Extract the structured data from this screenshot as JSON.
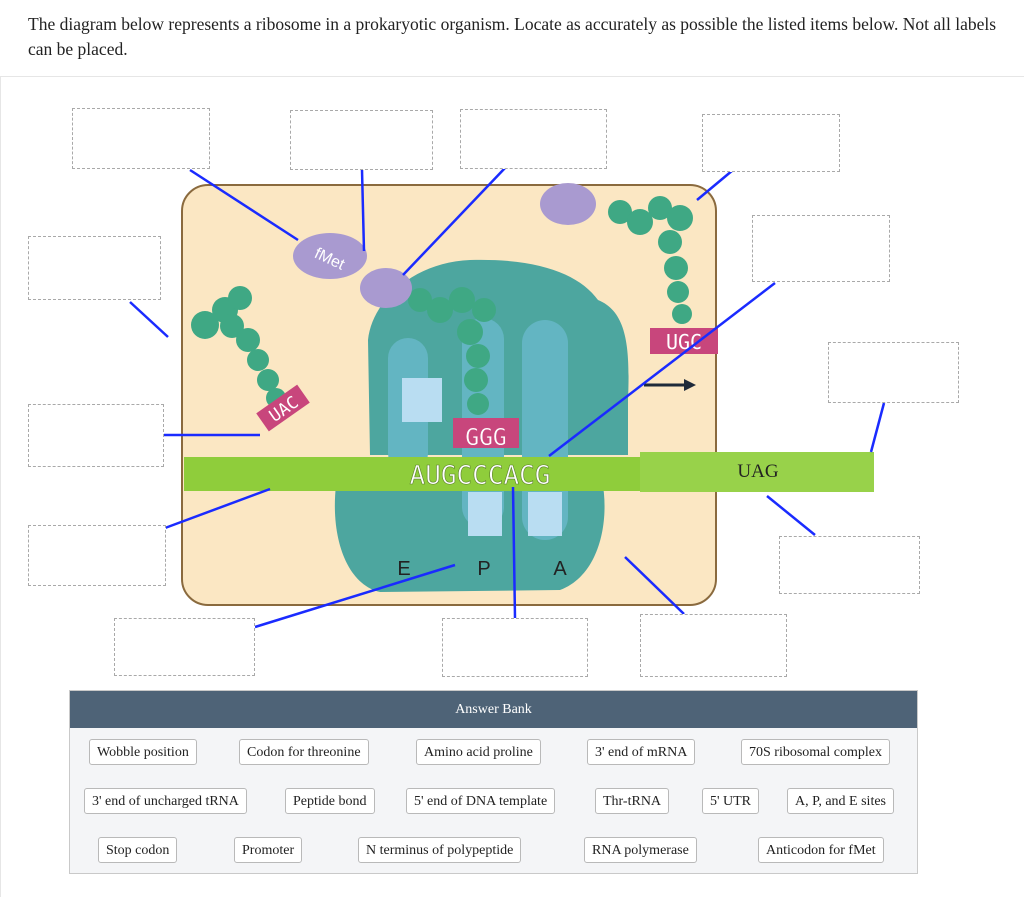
{
  "question": {
    "prompt": "The diagram below represents a ribosome in a prokaryotic organism. Locate as accurately as possible the listed items below. Not all labels can be placed."
  },
  "diagram": {
    "fmet_label": "fMet",
    "trna_left_anticodon": "UAC",
    "trna_middle_anticodon": "GGG",
    "trna_right_anticodon": "UGC",
    "mrna_sequence": "AUGCCCACG",
    "stop_codon_text": "UAG",
    "site_e": "E",
    "site_p": "P",
    "site_a": "A"
  },
  "answer_bank": {
    "title": "Answer Bank",
    "items": [
      "Wobble position",
      "Codon for threonine",
      "Amino acid proline",
      "3' end of mRNA",
      "70S ribosomal complex",
      "3' end of uncharged tRNA",
      "Peptide bond",
      "5' end of DNA template",
      "Thr-tRNA",
      "5' UTR",
      "A, P, and E sites",
      "Stop codon",
      "Promoter",
      "N terminus of polypeptide",
      "RNA polymerase",
      "Anticodon for fMet"
    ]
  },
  "colors": {
    "accent_line": "#1a2bff",
    "header_bg": "#4e6377",
    "mrna_green": "#8fcd3b",
    "ribosome_teal": "#3a9f9b",
    "trna_green": "#3fa884",
    "fmet_purple": "#a99ad0",
    "anticodon_magenta": "#c8467c",
    "cell_bg": "#fbe7c3"
  }
}
